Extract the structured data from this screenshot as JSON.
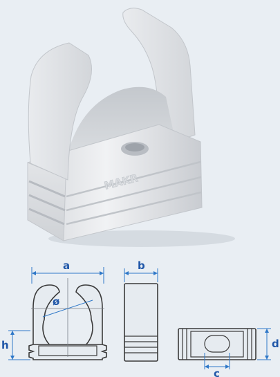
{
  "product": {
    "brand_mark": "MAKR"
  },
  "dimension_labels": {
    "a": "a",
    "b": "b",
    "c": "c",
    "d": "d",
    "h": "h",
    "diameter": "ø"
  },
  "colors": {
    "background": "#e9eef3",
    "label": "#1f56a8",
    "dimension_line": "#2f78c8",
    "part_outline": "#3a3a3a"
  }
}
